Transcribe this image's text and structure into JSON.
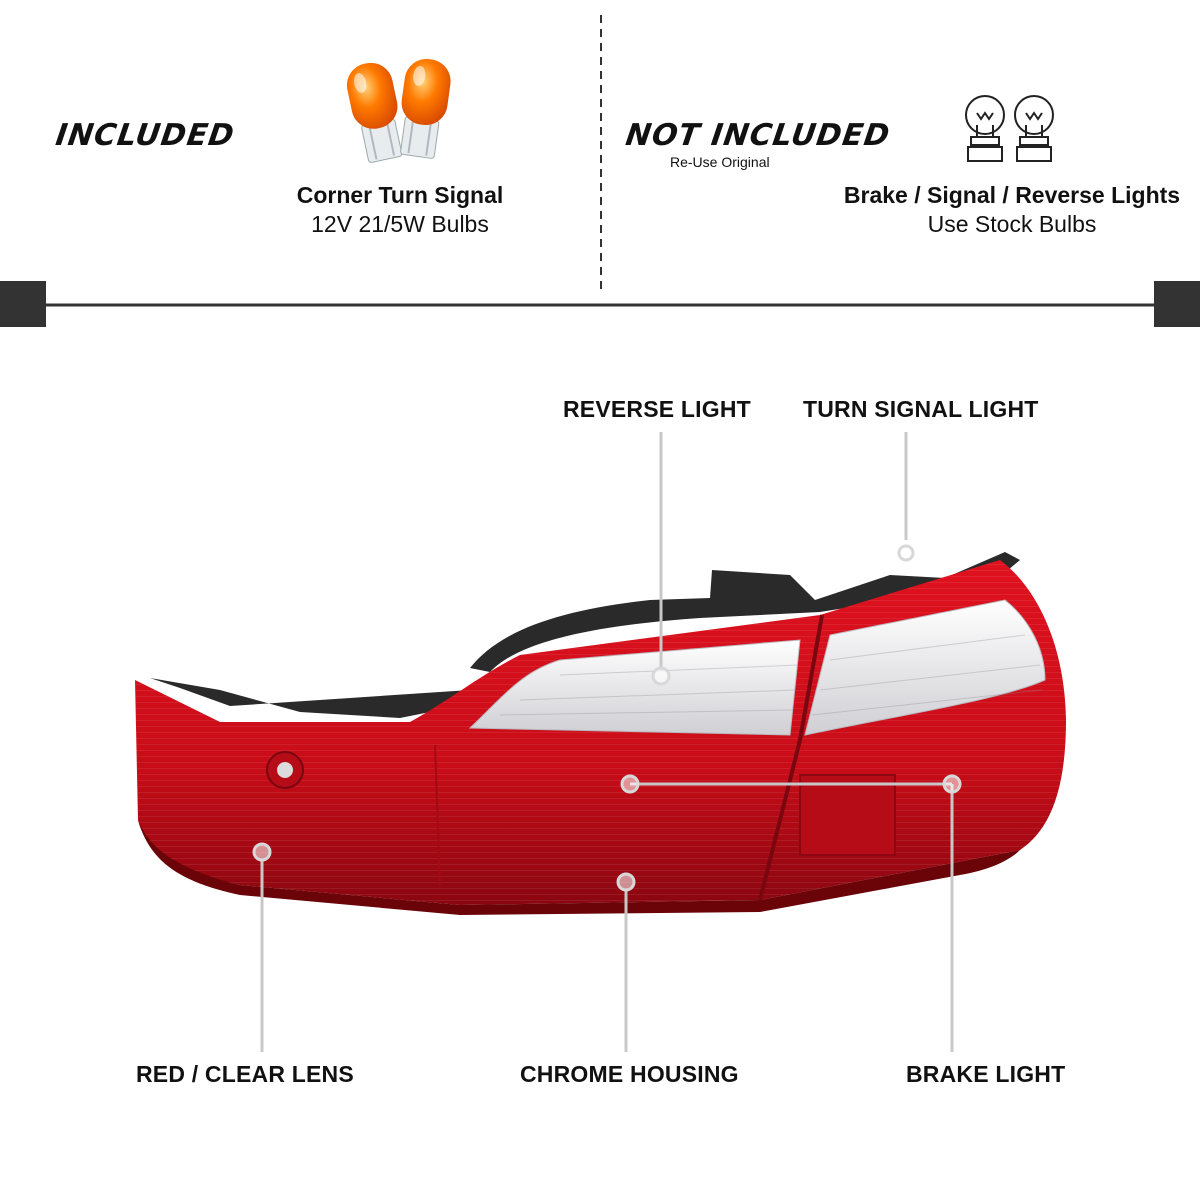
{
  "included": {
    "heading": "INCLUDED",
    "icon": "amber-bulbs-icon",
    "title": "Corner Turn Signal",
    "subtitle": "12V 21/5W Bulbs"
  },
  "not_included": {
    "heading": "NOT INCLUDED",
    "note": "Re-Use Original",
    "icon": "clear-bulbs-icon",
    "title": "Brake / Signal / Reverse Lights",
    "subtitle": "Use Stock Bulbs"
  },
  "callouts": {
    "reverse": "REVERSE LIGHT",
    "turn_signal": "TURN SIGNAL LIGHT",
    "lens": "RED / CLEAR LENS",
    "housing": "CHROME HOUSING",
    "brake": "BRAKE LIGHT"
  },
  "colors": {
    "lens_red": "#d0101c",
    "divider": "#333333",
    "bulb_amber": "#ff7a00",
    "callout_line": "#c8c8c8"
  }
}
